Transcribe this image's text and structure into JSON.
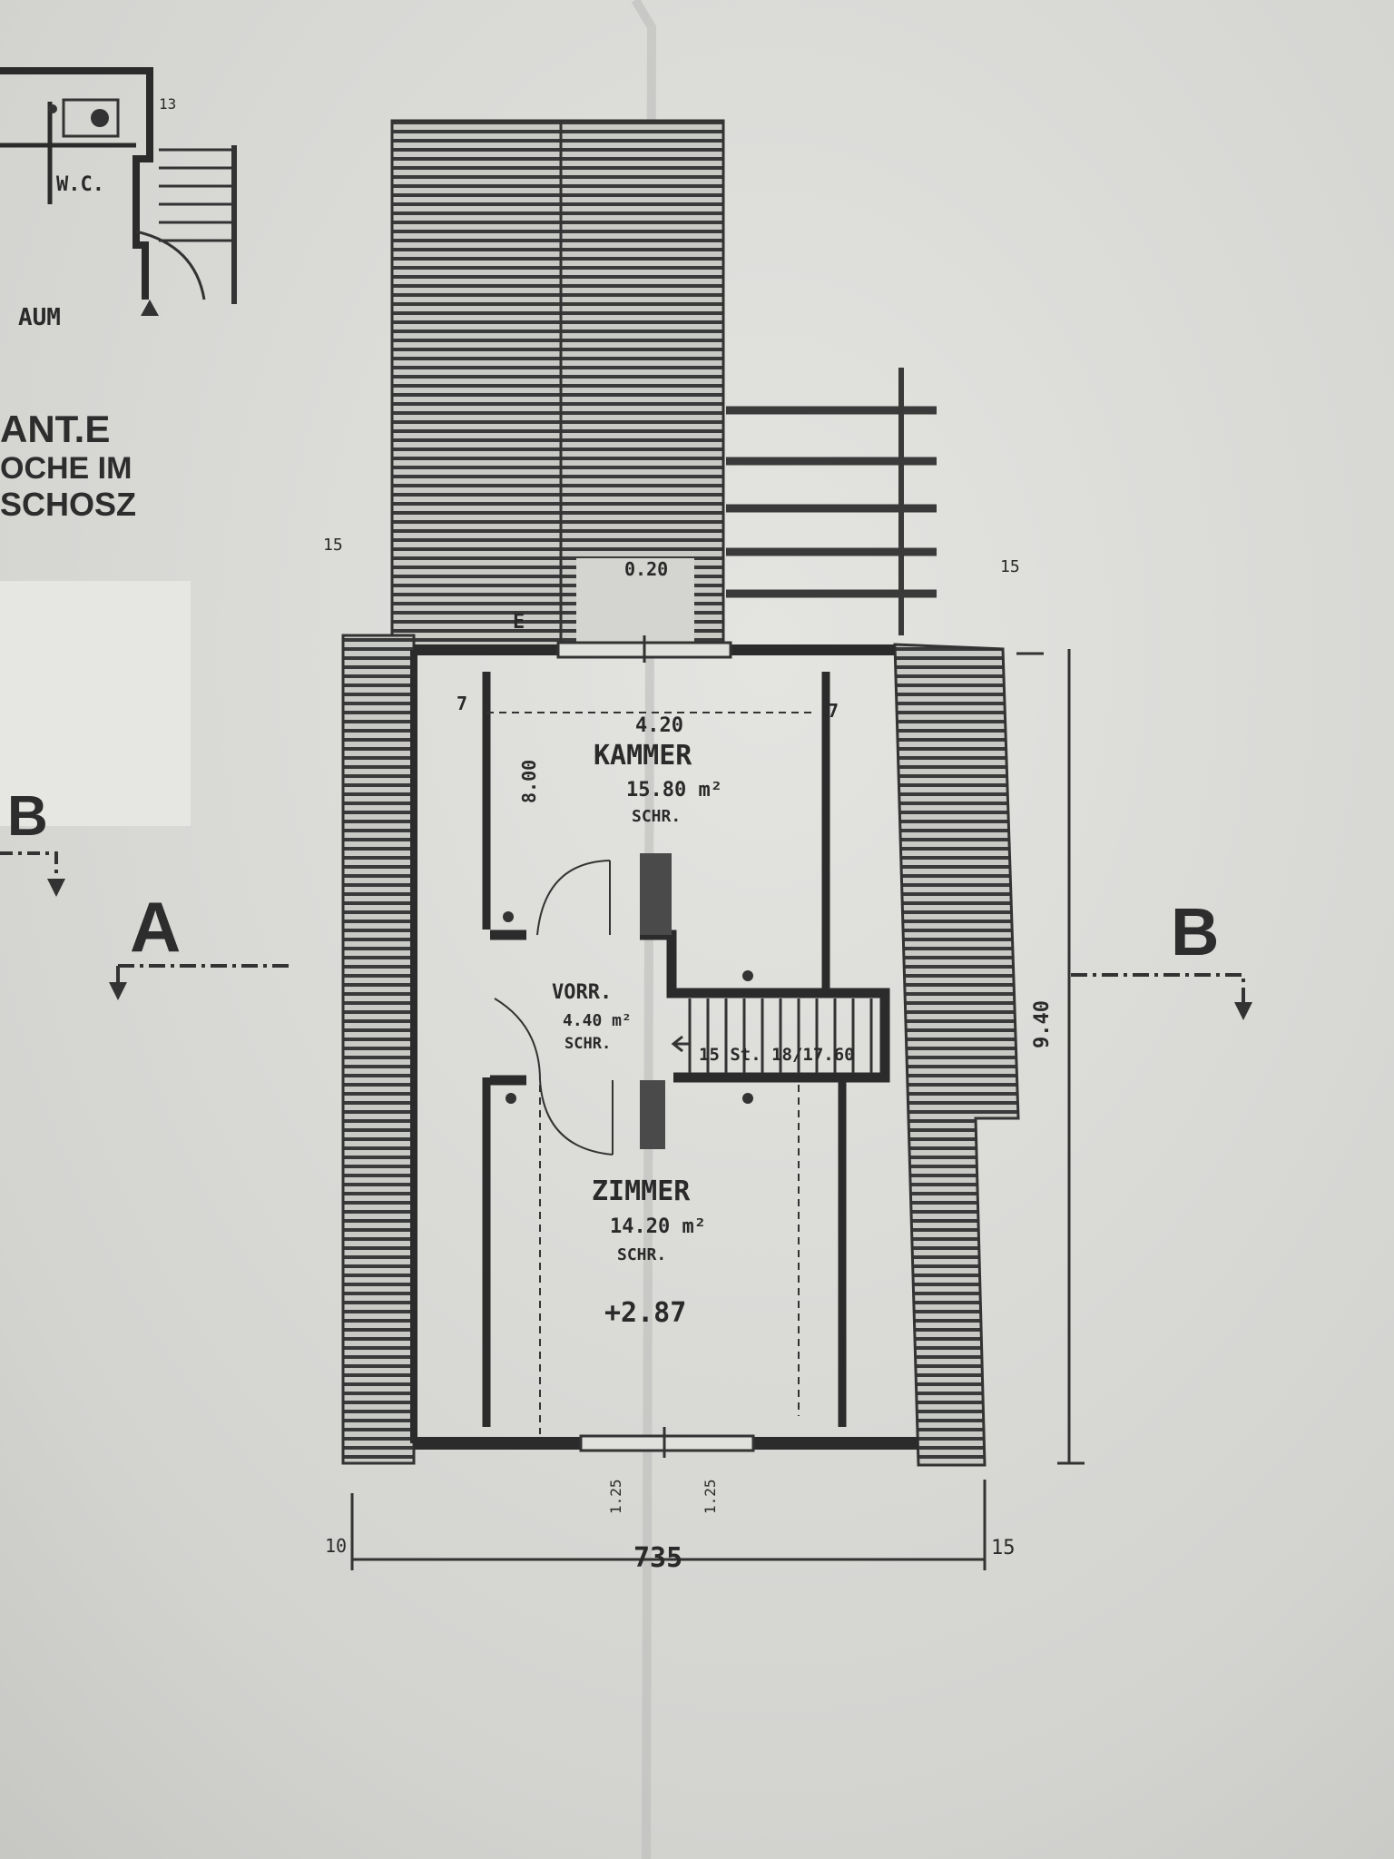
{
  "inset": {
    "room_label": "AUM",
    "wc_label": "W.C.",
    "dim_13": "13",
    "caption": [
      "ANT.E",
      "OCHE IM",
      "SCHOSZ"
    ]
  },
  "section_markers": {
    "left_top": "B",
    "left_bottom": "A",
    "right": "B"
  },
  "rooms": {
    "kammer": {
      "name": "KAMMER",
      "area": "15.80 m²",
      "note": "SCHR.",
      "width": "4.20"
    },
    "vorr": {
      "name": "VORR.",
      "area": "4.40 m²",
      "note": "SCHR."
    },
    "zimmer": {
      "name": "ZIMMER",
      "area": "14.20 m²",
      "note": "SCHR.",
      "level": "+2.87"
    },
    "stair": {
      "label": "15 St. 18/17.60"
    }
  },
  "dimensions": {
    "top_width": "0.20",
    "total_width": "735",
    "left_edge": "10",
    "right_edge": "15",
    "top_left_edge": "15",
    "top_right_edge": "15",
    "side_depth": "8.00",
    "right_depth": "9.40",
    "bottom_opening_left": "1.25",
    "bottom_opening_right": "1.25",
    "wall_t": "7",
    "wall_e": "E"
  }
}
